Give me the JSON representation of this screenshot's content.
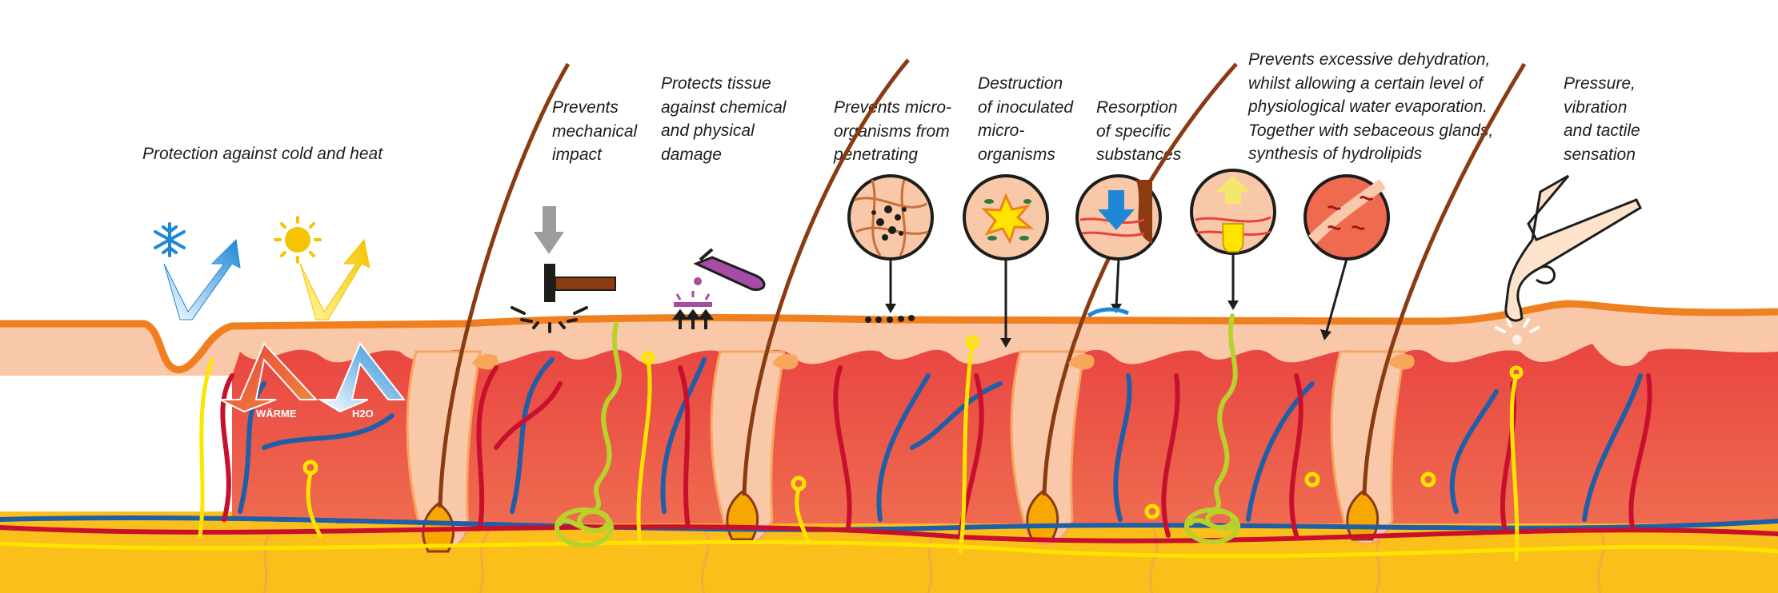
{
  "colors": {
    "epidermis_top": "#f7a65c",
    "epidermis": "#f9c8a8",
    "dermis": "#e8413f",
    "subcutis": "#fbbf1c",
    "artery": "#c8102e",
    "vein": "#1f5fa8",
    "nerve": "#ffe400",
    "gland": "#b9d22b",
    "hair": "#8a3b12",
    "outline": "#1d1d1b"
  },
  "captions": [
    {
      "id": "temperature",
      "text": "Protection against cold and heat"
    },
    {
      "id": "mechanical",
      "text": "Prevents\nmechanical\nimpact"
    },
    {
      "id": "chemical",
      "text": "Protects tissue\nagainst chemical\nand physical\ndamage"
    },
    {
      "id": "microorganisms",
      "text": "Prevents micro-\norganisms from\npenetrating"
    },
    {
      "id": "destruction",
      "text": "Destruction\nof inoculated\nmicro-\norganisms"
    },
    {
      "id": "resorption",
      "text": "Resorption\nof specific\nsubstances"
    },
    {
      "id": "dehydration",
      "text": "Prevents excessive dehydration,\nwhilst allowing a certain level of\nphysiological water evaporation.\nTogether with sebaceous glands,\nsynthesis of hydrolipids"
    },
    {
      "id": "sensation",
      "text": "Pressure,\nvibration\nand tactile\nsensation"
    }
  ],
  "arrow_labels": {
    "heat": "WÄRME",
    "water": "H2O"
  },
  "icons": {
    "cold": "snowflake-icon",
    "heat": "sun-icon",
    "impact": "hammer-icon",
    "chemical": "test-tube-icon",
    "finger": "pressing-finger-icon"
  }
}
